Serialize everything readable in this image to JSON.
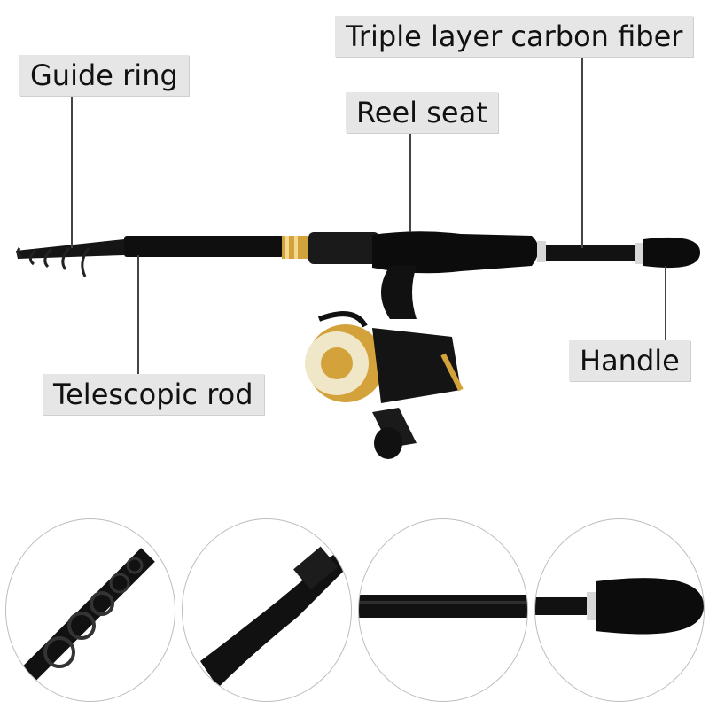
{
  "callouts": {
    "guide_ring": "Guide ring",
    "triple_layer": "Triple layer carbon fiber",
    "reel_seat": "Reel seat",
    "telescopic_rod": "Telescopic rod",
    "handle": "Handle"
  },
  "colors": {
    "label_bg": "#e6e6e6",
    "rod_black": "#0f0f0f",
    "metal_gold": "#d4a23a",
    "metal_silver": "#d8d8d8",
    "leader_line": "#444444"
  },
  "detail_views": [
    {
      "name": "guide-rings-closeup"
    },
    {
      "name": "reel-seat-grip-closeup"
    },
    {
      "name": "carbon-blank-closeup"
    },
    {
      "name": "handle-butt-closeup"
    }
  ]
}
